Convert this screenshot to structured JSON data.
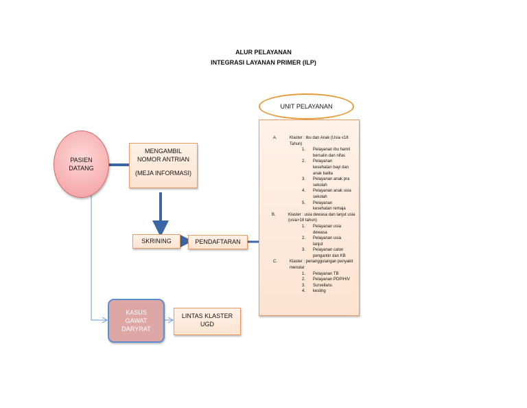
{
  "title": {
    "line1": "ALUR PELAYANAN",
    "line2": "INTEGRASI LAYANAN PRIMER (ILP)"
  },
  "nodes": {
    "pasien": {
      "line1": "PASIEN",
      "line2": "DATANG"
    },
    "ambil": {
      "line1": "MENGAMBIL",
      "line2": "NOMOR ANTRIAN",
      "line3": "(MEJA INFORMASI)"
    },
    "skrining": "SKRINING",
    "pendaftaran": "PENDAFTARAN",
    "unit": "UNIT PELAYANAN",
    "kasus": {
      "line1": "KASUS",
      "line2": "GAWAT",
      "line3": "DARYRAT"
    },
    "lintas": {
      "line1": "LINTAS KLASTER",
      "line2": "UGD"
    }
  },
  "klaster": [
    {
      "marker": "A.",
      "label": "Klaster : ibu dan Anak (Usia ≤18 Tahun)",
      "items": [
        {
          "n": "1.",
          "text": "Pelayanan ibu hamil bersalin dan nifas"
        },
        {
          "n": "2.",
          "text": "Pelayanan kesehatan bayi dan anak balita"
        },
        {
          "n": "3.",
          "text": "Pelayanan anak pra sekolah"
        },
        {
          "n": "4.",
          "text": "Pelayanan anak usia sekolah"
        },
        {
          "n": "5.",
          "text": "Pelayanan kesehatan remaja"
        }
      ]
    },
    {
      "marker": "B.",
      "label": "Klaster : usia dewasa dan lanjut usia (usia>18 tahun)",
      "items": [
        {
          "n": "1.",
          "text": "Pelayanan usia dewasa"
        },
        {
          "n": "2.",
          "text": "Pelayanan usia lanjut"
        },
        {
          "n": "3.",
          "text": "Pelayanan calon pengantin dan KB"
        }
      ]
    },
    {
      "marker": "C.",
      "label": "Klaster : penanggulangan penyakit menular",
      "items": [
        {
          "n": "1.",
          "text": "Pelayanan TB"
        },
        {
          "n": "2.",
          "text": "Pelayanan PDP/HIV"
        },
        {
          "n": "3.",
          "text": "Surveilans"
        },
        {
          "n": "4.",
          "text": "kesling"
        }
      ]
    }
  ],
  "colors": {
    "arrow": "#3a66a8",
    "thin_arrow": "#6a9ad8",
    "box_border": "#e79a62",
    "unit_border": "#e59a3a",
    "kasus_fill": "#dea6a5"
  }
}
